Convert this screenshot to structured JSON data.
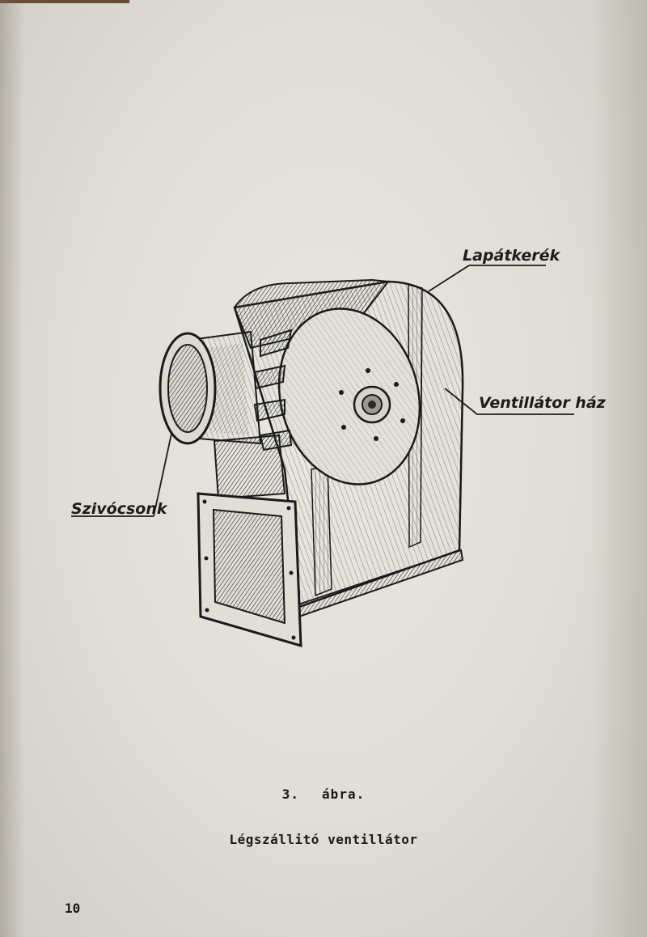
{
  "figure": {
    "labels": {
      "impeller": "Lapátkerék",
      "housing": "Ventillátor ház",
      "inlet": "Szivócsonk"
    }
  },
  "caption": {
    "number": "3.",
    "word": "ábra.",
    "title": "Légszállitó ventillátor"
  },
  "page_number": "10",
  "colors": {
    "paper": "#e4e2da",
    "ink": "#1c1c1c"
  }
}
